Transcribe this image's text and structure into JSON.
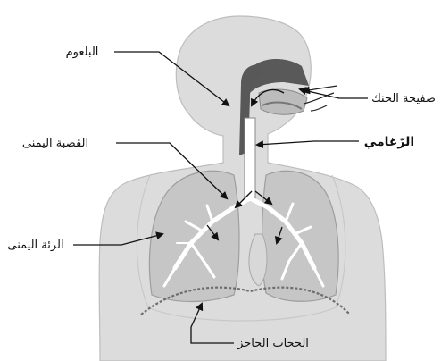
{
  "labels": {
    "pharynx": "البلعوم",
    "soft_palate": "صفيحة الحنك",
    "trachea": "الرّغامي",
    "right_bronchus": "القصبة اليمنى",
    "right_lung": "الرئة اليمنى",
    "diaphragm": "الحجاب الحاجز"
  },
  "colors": {
    "body_fill": "#dcdcdc",
    "body_outline": "#bdbdbd",
    "lung_fill": "#c6c6c6",
    "airway_dark": "#555555",
    "bronchi": "#ffffff",
    "label_text": "#111111",
    "arrow": "#111111"
  }
}
